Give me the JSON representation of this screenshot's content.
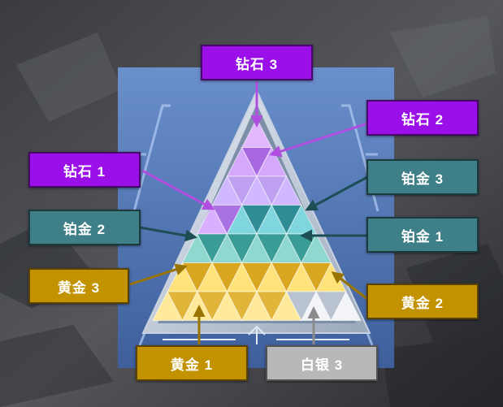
{
  "labels": {
    "diamond_3": "钻石 3",
    "diamond_2": "钻石 2",
    "diamond_1": "钻石 1",
    "platinum_3": "铂金 3",
    "platinum_2": "铂金 2",
    "platinum_1": "铂金 1",
    "gold_3": "黄金 3",
    "gold_2": "黄金 2",
    "gold_1": "黄金 1",
    "silver_3": "白银 3"
  },
  "colors": {
    "diamond": "#9b10e8",
    "platinum": "#3f7f87",
    "gold": "#c39200",
    "silver": "#b8b8b8",
    "panel": "#5a7fbd"
  }
}
